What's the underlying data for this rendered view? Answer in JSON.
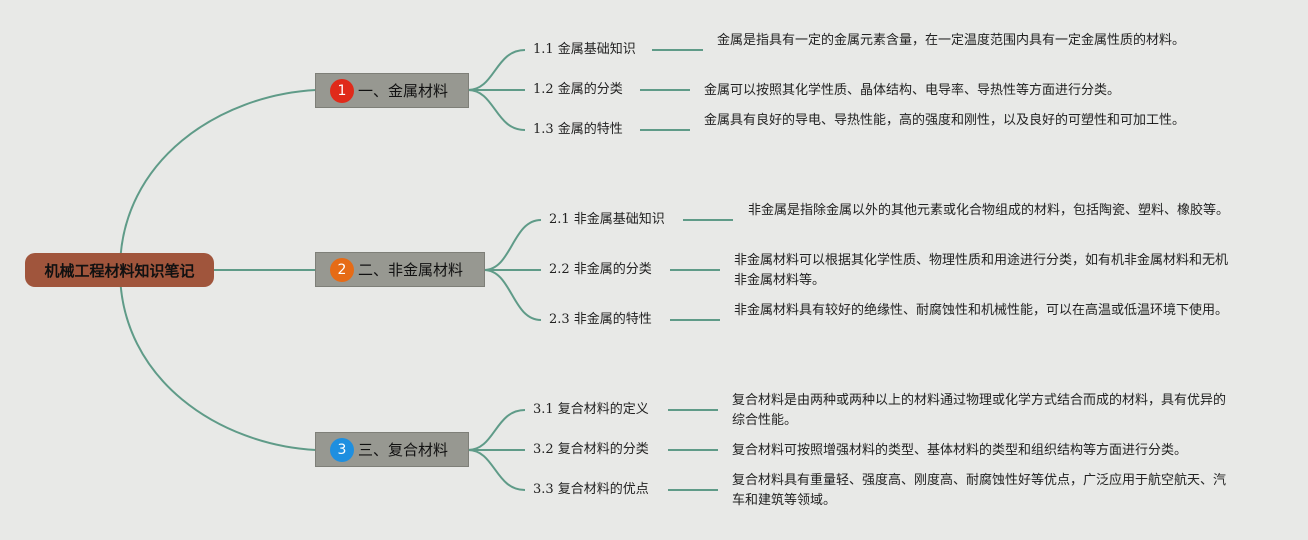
{
  "root": {
    "label": "机械工程材料知识笔记"
  },
  "branches": [
    {
      "number": "1",
      "label": "一、金属材料",
      "badge_color": "#e02a1a",
      "children": [
        {
          "label": "1.1 金属基础知识",
          "desc": "金属是指具有一定的金属元素含量，在一定温度范围内具有一定金属性质的材料。"
        },
        {
          "label": "1.2 金属的分类",
          "desc": "金属可以按照其化学性质、晶体结构、电导率、导热性等方面进行分类。"
        },
        {
          "label": "1.3 金属的特性",
          "desc": "金属具有良好的导电、导热性能，高的强度和刚性，以及良好的可塑性和可加工性。"
        }
      ]
    },
    {
      "number": "2",
      "label": "二、非金属材料",
      "badge_color": "#e66b16",
      "children": [
        {
          "label": "2.1 非金属基础知识",
          "desc": "非金属是指除金属以外的其他元素或化合物组成的材料，包括陶瓷、塑料、橡胶等。"
        },
        {
          "label": "2.2 非金属的分类",
          "desc": "非金属材料可以根据其化学性质、物理性质和用途进行分类，如有机非金属材料和无机非金属材料等。"
        },
        {
          "label": "2.3 非金属的特性",
          "desc": "非金属材料具有较好的绝缘性、耐腐蚀性和机械性能，可以在高温或低温环境下使用。"
        }
      ]
    },
    {
      "number": "3",
      "label": "三、复合材料",
      "badge_color": "#1e8fe0",
      "children": [
        {
          "label": "3.1 复合材料的定义",
          "desc": "复合材料是由两种或两种以上的材料通过物理或化学方式结合而成的材料，具有优异的综合性能。"
        },
        {
          "label": "3.2 复合材料的分类",
          "desc": "复合材料可按照增强材料的类型、基体材料的类型和组织结构等方面进行分类。"
        },
        {
          "label": "3.3 复合材料的优点",
          "desc": "复合材料具有重量轻、强度高、刚度高、耐腐蚀性好等优点，广泛应用于航空航天、汽车和建筑等领域。"
        }
      ]
    }
  ],
  "colors": {
    "background": "#e8e9e7",
    "line": "#5f9b88",
    "root": "#a0553c",
    "branch": "#979891"
  }
}
